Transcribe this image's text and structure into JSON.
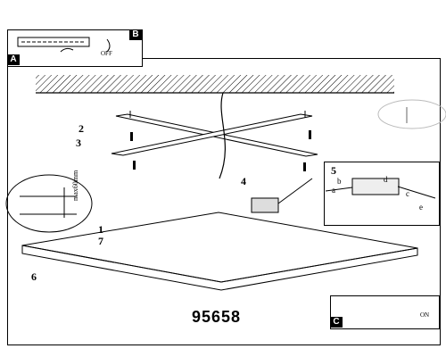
{
  "panel_labels": {
    "a": "A",
    "b": "B",
    "c": "C"
  },
  "switch_states": {
    "off": "OFF",
    "on": "ON"
  },
  "measurement": "max60mm",
  "steps": [
    "1",
    "2",
    "3",
    "4",
    "5",
    "6",
    "7"
  ],
  "connector_labels": [
    "a",
    "b",
    "c",
    "d",
    "e"
  ],
  "model_number": "95658"
}
